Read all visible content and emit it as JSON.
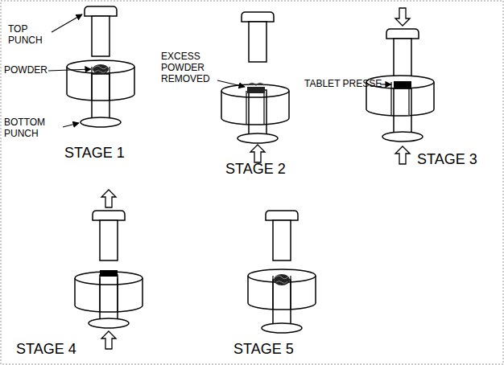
{
  "diagram": {
    "labels": [
      "TOP PUNCH",
      "POWDER",
      "BOTTOM PUNCH",
      "STAGE 1",
      "EXCESS POWDER REMOVED",
      "STAGE 2",
      "TABLET PRESSE",
      "STAGE 3",
      "STAGE 4",
      "STAGE 5"
    ]
  }
}
